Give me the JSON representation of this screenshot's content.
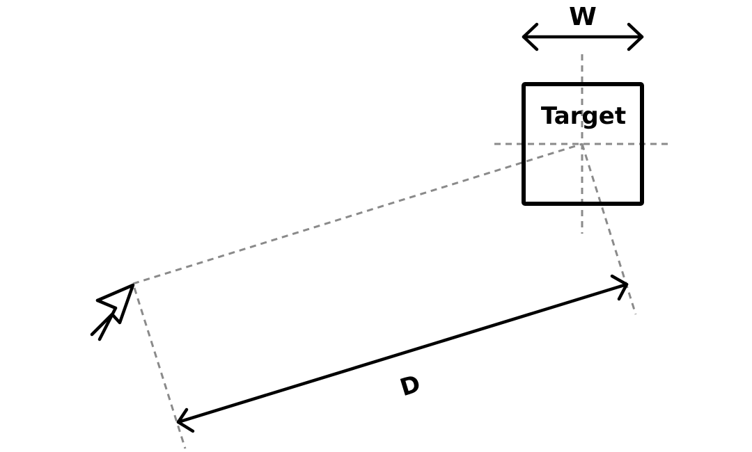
{
  "diagram": {
    "title_labels": {
      "width_label": "W",
      "distance_label": "D",
      "target_label": "Target"
    },
    "icons": {
      "cursor": "cursor-arrow-icon"
    },
    "colors": {
      "stroke": "#000000",
      "guide": "#8a8a8a",
      "background": "#ffffff"
    }
  }
}
